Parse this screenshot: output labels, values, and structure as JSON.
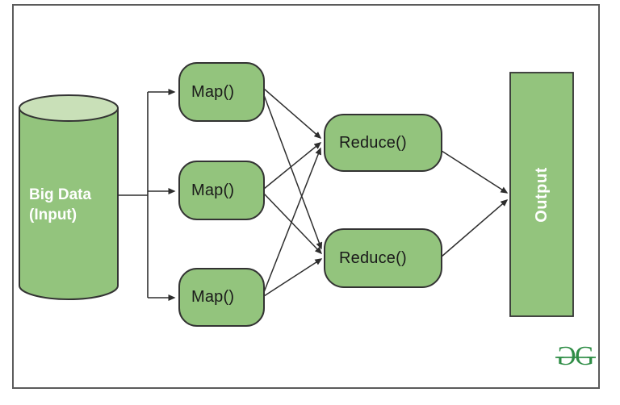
{
  "diagram": {
    "type": "mapreduce-flow",
    "nodes": {
      "input": {
        "label_line1": "Big Data",
        "label_line2": "(Input)",
        "shape": "cylinder"
      },
      "maps": [
        {
          "label": "Map()"
        },
        {
          "label": "Map()"
        },
        {
          "label": "Map()"
        }
      ],
      "reduces": [
        {
          "label": "Reduce()"
        },
        {
          "label": "Reduce()"
        }
      ],
      "output": {
        "label": "Output",
        "shape": "rectangle"
      }
    },
    "edges": [
      "input->map1",
      "input->map2",
      "input->map3",
      "map1->reduce1",
      "map1->reduce2",
      "map2->reduce1",
      "map2->reduce2",
      "map3->reduce1",
      "map3->reduce2",
      "reduce1->output",
      "reduce2->output"
    ]
  },
  "logo": {
    "letter_left": "G",
    "letter_right": "G"
  },
  "colors": {
    "node_fill": "#93c47d",
    "cylinder_top_fill": "#c9e0b8",
    "node_stroke": "#333333",
    "connector": "#2e2e2e",
    "frame_border": "#5b5b5b",
    "label_light": "#ffffff",
    "label_dark": "#1a1a1a",
    "logo_green": "#2f8d46"
  }
}
